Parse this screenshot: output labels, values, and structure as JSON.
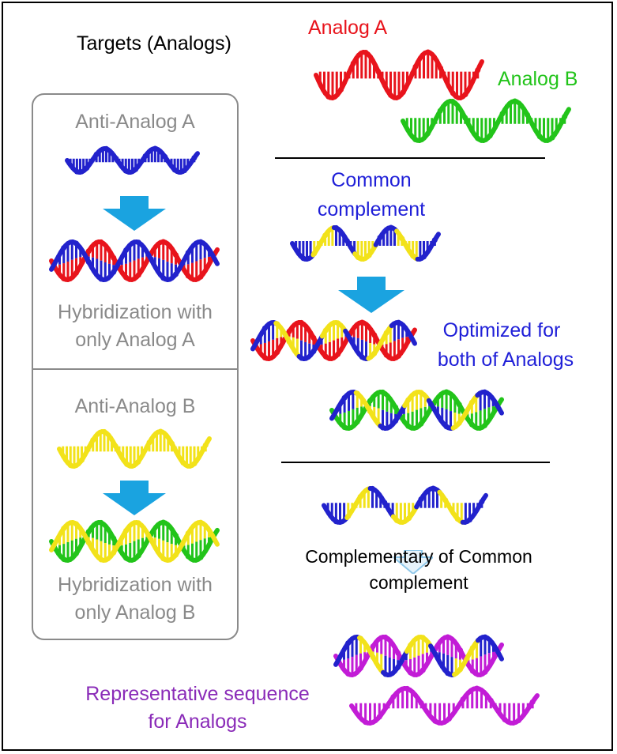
{
  "targets_label": "Targets (Analogs)",
  "analog_a_label": "Analog A",
  "analog_b_label": "Analog B",
  "anti_a": {
    "title": "Anti-Analog A",
    "hybrid_line1": "Hybridization with",
    "hybrid_line2": "only Analog A"
  },
  "anti_b": {
    "title": "Anti-Analog B",
    "hybrid_line1": "Hybridization with",
    "hybrid_line2": "only Analog B"
  },
  "common": {
    "line1": "Common",
    "line2": "complement"
  },
  "optimized": {
    "line1": "Optimized for",
    "line2": "both of Analogs"
  },
  "complementary": {
    "line1": "Complementary of Common",
    "line2": "complement"
  },
  "representative": {
    "line1": "Representative sequence",
    "line2": "for Analogs"
  },
  "colors": {
    "red": "#e8141c",
    "green": "#22c41a",
    "blue": "#2222cc",
    "yellow": "#f2e21a",
    "purple": "#c21cd6",
    "arrow": "#1aa3e0",
    "gray": "#8a8a8a"
  }
}
